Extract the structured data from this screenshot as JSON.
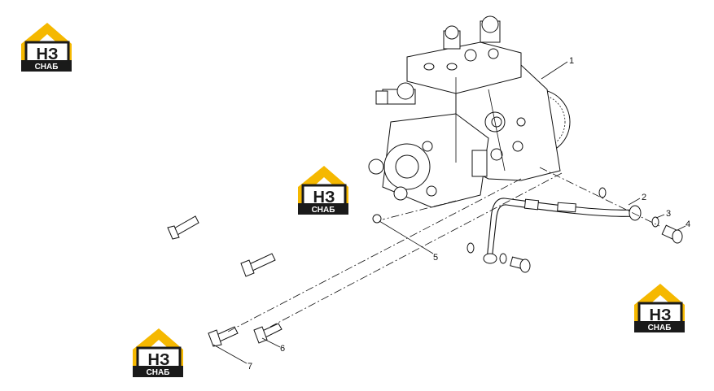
{
  "logo": {
    "mark": "НЗ",
    "subtitle": "СНАБ",
    "color_yellow": "#f5b800",
    "color_dark": "#1a1a1a"
  },
  "callouts": [
    {
      "id": "1",
      "label": "1"
    },
    {
      "id": "2",
      "label": "2"
    },
    {
      "id": "3",
      "label": "3"
    },
    {
      "id": "4",
      "label": "4"
    },
    {
      "id": "5",
      "label": "5"
    },
    {
      "id": "6",
      "label": "6"
    },
    {
      "id": "7",
      "label": "7"
    }
  ]
}
